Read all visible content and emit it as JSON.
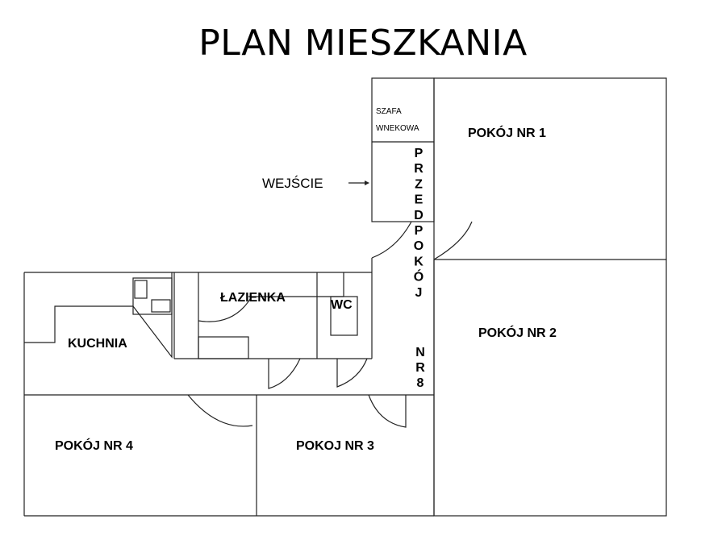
{
  "title": "PLAN MIESZKANIA",
  "labels": {
    "room1": "POKÓJ NR 1",
    "room2": "POKÓJ NR 2",
    "room3": "POKOJ NR 3",
    "room4": "POKÓJ NR 4",
    "kitchen": "KUCHNIA",
    "bathroom": "ŁAZIENKA",
    "wc": "WC",
    "entrance": "WEJŚCIE",
    "wardrobe_line1": "SZAFA",
    "wardrobe_line2": "WNEKOWA",
    "hallway_letters": [
      "P",
      "R",
      "Z",
      "E",
      "D",
      "P",
      "O",
      "K",
      "Ó",
      "J"
    ],
    "hallway_number_letters": [
      "N",
      "R",
      "8"
    ]
  }
}
